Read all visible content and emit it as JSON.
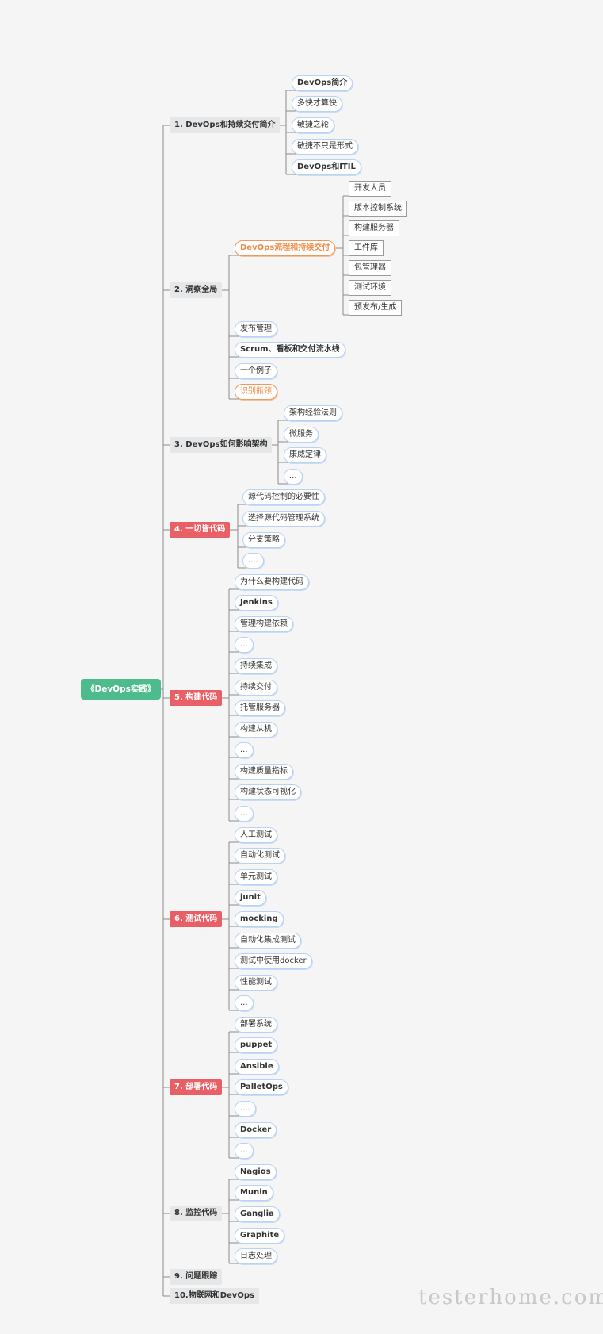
{
  "root": "《DevOps实践》",
  "sections": [
    {
      "label": "1. DevOps和持续交付简介",
      "children": [
        "DevOps简介",
        "多快才算快",
        "敏捷之轮",
        "敏捷不只是形式",
        "DevOps和ITIL"
      ]
    },
    {
      "label": "2. 洞察全局",
      "children": [
        "DevOps流程和持续交付",
        "发布管理",
        "Scrum、看板和交付流水线",
        "一个例子",
        "识别瓶颈"
      ],
      "sub": [
        "开发人员",
        "版本控制系统",
        "构建服务器",
        "工件库",
        "包管理器",
        "测试环境",
        "预发布/生成"
      ]
    },
    {
      "label": "3. DevOps如何影响架构",
      "children": [
        "架构经验法则",
        "微服务",
        "康威定律",
        "..."
      ]
    },
    {
      "label": "4. 一切皆代码",
      "children": [
        "源代码控制的必要性",
        "选择源代码管理系统",
        "分支策略",
        "...."
      ]
    },
    {
      "label": "5. 构建代码",
      "children": [
        "为什么要构建代码",
        "Jenkins",
        "管理构建依赖",
        "...",
        "持续集成",
        "持续交付",
        "托管服务器",
        "构建从机",
        "...",
        "构建质量指标",
        "构建状态可视化",
        "..."
      ]
    },
    {
      "label": "6. 测试代码",
      "children": [
        "人工测试",
        "自动化测试",
        "单元测试",
        "junit",
        "mocking",
        "自动化集成测试",
        "测试中使用docker",
        "性能测试",
        "..."
      ]
    },
    {
      "label": "7. 部署代码",
      "children": [
        "部署系统",
        "puppet",
        "Ansible",
        "PalletOps",
        "....",
        "Docker",
        "..."
      ]
    },
    {
      "label": "8. 监控代码",
      "children": [
        "Nagios",
        "Munin",
        "Ganglia",
        "Graphite",
        "日志处理"
      ]
    },
    {
      "label": "9. 问题跟踪",
      "children": []
    },
    {
      "label": "10.物联网和DevOps",
      "children": []
    }
  ],
  "watermark": "testerhome.com",
  "colors": {
    "root": "#4dbb8b",
    "highlight_section": "#e85f65",
    "plain_section": "#e6e7e8",
    "leaf_border": "#b8d3f5",
    "orange_leaf": "#ee9a5d",
    "line": "#8a8a8a"
  }
}
